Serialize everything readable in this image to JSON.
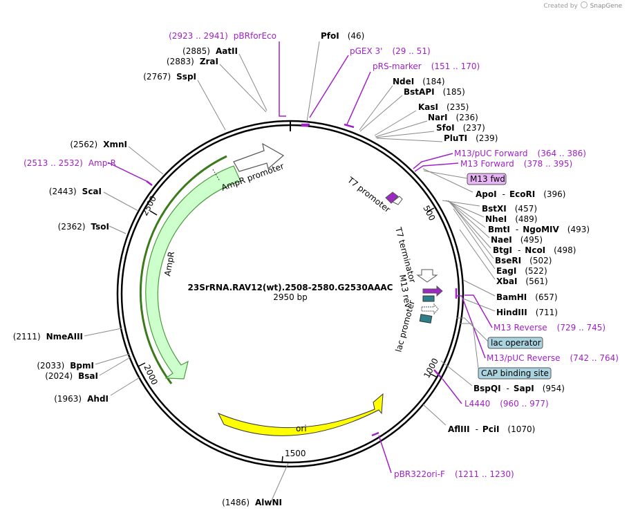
{
  "credit": {
    "created_by": "Created by",
    "brand": "SnapGene"
  },
  "plasmid": {
    "name": "23SrRNA.RAV12(wt).2508-2580.G2530AAAC",
    "length": "2950 bp",
    "total": 2950
  },
  "ticks": [
    "500",
    "1000",
    "1500",
    "2000",
    "2500"
  ],
  "sites_right": [
    {
      "name": "PfoI",
      "pos": "(46)"
    },
    {
      "name": "NdeI",
      "pos": "(184)"
    },
    {
      "name": "BstAPI",
      "pos": "(185)"
    },
    {
      "name": "KasI",
      "pos": "(235)"
    },
    {
      "name": "NarI",
      "pos": "(236)"
    },
    {
      "name": "SfoI",
      "pos": "(237)"
    },
    {
      "name": "PluTI",
      "pos": "(239)"
    },
    {
      "name": "ApoI",
      "name2": "EcoRI",
      "pos": "(396)"
    },
    {
      "name": "BstXI",
      "pos": "(457)"
    },
    {
      "name": "NheI",
      "pos": "(489)"
    },
    {
      "name": "BmtI",
      "name2": "NgoMIV",
      "pos": "(493)"
    },
    {
      "name": "NaeI",
      "pos": "(495)"
    },
    {
      "name": "BtgI",
      "name2": "NcoI",
      "pos": "(498)"
    },
    {
      "name": "BseRI",
      "pos": "(502)"
    },
    {
      "name": "EagI",
      "pos": "(522)"
    },
    {
      "name": "XbaI",
      "pos": "(561)"
    },
    {
      "name": "BamHI",
      "pos": "(657)"
    },
    {
      "name": "HindIII",
      "pos": "(711)"
    },
    {
      "name": "BspQI",
      "name2": "SapI",
      "pos": "(954)"
    },
    {
      "name": "AflIII",
      "name2": "PciI",
      "pos": "(1070)"
    }
  ],
  "sites_left": [
    {
      "name": "AatII",
      "pos": "(2885)"
    },
    {
      "name": "ZraI",
      "pos": "(2883)"
    },
    {
      "name": "SspI",
      "pos": "(2767)"
    },
    {
      "name": "XmnI",
      "pos": "(2562)"
    },
    {
      "name": "ScaI",
      "pos": "(2443)"
    },
    {
      "name": "TsoI",
      "pos": "(2362)"
    },
    {
      "name": "NmeAIII",
      "pos": "(2111)"
    },
    {
      "name": "BpmI",
      "pos": "(2033)"
    },
    {
      "name": "BsaI",
      "pos": "(2024)"
    },
    {
      "name": "AhdI",
      "pos": "(1963)"
    },
    {
      "name": "AlwNI",
      "pos": "(1486)"
    }
  ],
  "primers": [
    {
      "name": "pBRforEco",
      "range": "(2923 .. 2941)"
    },
    {
      "name": "pGEX 3'",
      "range": "(29 .. 51)"
    },
    {
      "name": "pRS-marker",
      "range": "(151 .. 170)"
    },
    {
      "name": "M13/pUC Forward",
      "range": "(364 .. 386)"
    },
    {
      "name": "M13 Forward",
      "range": "(378 .. 395)"
    },
    {
      "name": "Amp-R",
      "range": "(2513 .. 2532)"
    },
    {
      "name": "M13 Reverse",
      "range": "(729 .. 745)"
    },
    {
      "name": "M13/pUC Reverse",
      "range": "(742 .. 764)"
    },
    {
      "name": "L4440",
      "range": "(960 .. 977)"
    },
    {
      "name": "pBR322ori-F",
      "range": "(1211 .. 1230)"
    }
  ],
  "boxed_labels": {
    "m13fwd": "M13 fwd",
    "lac_operator": "lac operator",
    "cap_site": "CAP binding site"
  },
  "features": {
    "ampr_promoter": "AmpR promoter",
    "ampr": "AmpR",
    "ori": "ori",
    "t7_promoter": "T7 promoter",
    "t7_terminator": "T7 terminator",
    "m13_rev": "M13 rev",
    "lac_promoter": "lac promoter"
  },
  "colors": {
    "backbone": "#000000",
    "enzyme_line": "#888888",
    "primer": "#a020c8",
    "ampr_fill": "#ccffcc",
    "ampr_stroke": "#4a9a3a",
    "ampr_outline": "#3a7a1a",
    "ori_fill": "#ffff00",
    "m13fwd_fill": "#e8b5f5",
    "lac_fill": "#a9d4e0",
    "teal": "#2f7f8a",
    "t7_fill": "#9a2ac0"
  }
}
